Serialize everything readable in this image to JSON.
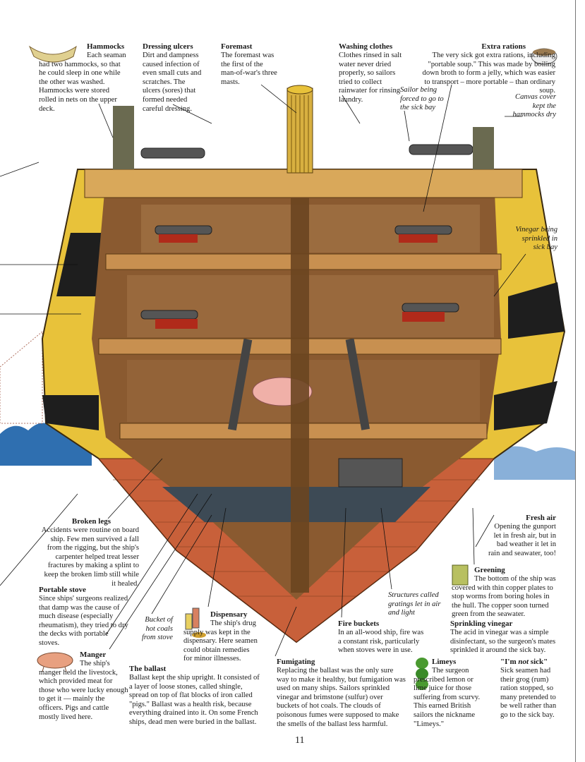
{
  "captions": {
    "hammocks": {
      "title": "Hammocks",
      "body": "Each seaman had two hammocks, so that he could sleep in one while the other was washed. Hammocks were stored rolled in nets on the upper deck."
    },
    "dressing_ulcers": {
      "title": "Dressing ulcers",
      "body": "Dirt and dampness caused infection of even small cuts and scratches. The ulcers (sores) that formed needed careful dressing."
    },
    "foremast": {
      "title": "Foremast",
      "body": "The foremast was the first of the man-of-war's three masts."
    },
    "washing_clothes": {
      "title": "Washing clothes",
      "body": "Clothes rinsed in salt water never dried properly, so sailors tried to collect rainwater for rinsing laundry."
    },
    "extra_rations": {
      "title": "Extra rations",
      "body": "The very sick got extra rations, including \"portable soup.\" This was made by boiling down broth to form a jelly, which was easier to transport – more portable – than ordinary soup."
    },
    "sailor_forced": "Sailor being forced to go to the sick bay",
    "canvas_cover": "Canvas cover kept the hammocks dry",
    "vinegar_sprinkled": "Vinegar being sprinkled in sick bay",
    "fresh_air": {
      "title": "Fresh air",
      "body": "Opening the gunport let in fresh air, but in bad weather it let in rain and seawater, too!"
    },
    "greening": {
      "title": "Greening",
      "body": "The bottom of the ship was covered with thin copper plates to stop worms from boring holes in the hull. The copper soon turned green from the seawater."
    },
    "gratings": "Structures called gratings let in air and light",
    "fire_buckets": {
      "title": "Fire buckets",
      "body": "In an all-wood ship, fire was a constant risk, particularly when stoves were in use."
    },
    "sprinkling_vinegar": {
      "title": "Sprinkling vinegar",
      "body": "The acid in vinegar was a simple disinfectant, so the surgeon's mates sprinkled it around the sick bay."
    },
    "broken_legs": {
      "title": "Broken legs",
      "body": "Accidents were routine on board ship. Few men survived a fall from the rigging, but the ship's carpenter helped treat lesser fractures by making a splint to keep the broken limb still while it healed."
    },
    "portable_stove": {
      "title": "Portable stove",
      "body": "Since ships' surgeons realized that damp was the cause of much disease (especially rheumatism), they tried to dry the decks with portable stoves."
    },
    "bucket_coals": "Bucket of hot coals from stove",
    "dispensary": {
      "title": "Dispensary",
      "body": "The ship's drug supply was kept in the dispensary. Here seamen could obtain remedies for minor illnesses."
    },
    "manger": {
      "title": "Manger",
      "body": "The ship's manger held the livestock, which provided meat for those who were lucky enough to get it — mainly the officers. Pigs and cattle mostly lived here."
    },
    "ballast": {
      "title": "The ballast",
      "body": "Ballast kept the ship upright. It consisted of a layer of loose stones, called shingle, spread on top of flat blocks of iron called \"pigs.\" Ballast was a health risk, because everything drained into it. On some French ships, dead men were buried in the ballast."
    },
    "fumigating": {
      "title": "Fumigating",
      "body": "Replacing the ballast was the only sure way to make it healthy, but fumigation was used on many ships. Sailors sprinkled vinegar and brimstone (sulfur) over buckets of hot coals. The clouds of poisonous fumes were supposed to make the smells of the ballast less harmful."
    },
    "limeys": {
      "title": "Limeys",
      "body": "The surgeon prescribed lemon or lime juice for those suffering from scurvy. This earned British sailors the nickname \"Limeys.\""
    },
    "not_sick": {
      "title_pre": "\"I'm ",
      "title_em": "not",
      "title_post": " sick\"",
      "body": "Sick seamen had their grog (rum) ration stopped, so many pretended to be well rather than go to the sick bay."
    }
  },
  "page_number": "11",
  "colors": {
    "hull_yellow": "#e8c23a",
    "wale_black": "#1e1e1e",
    "wood": "#b8834a",
    "brick": "#c8603a",
    "sea": "#2f6fb0"
  }
}
